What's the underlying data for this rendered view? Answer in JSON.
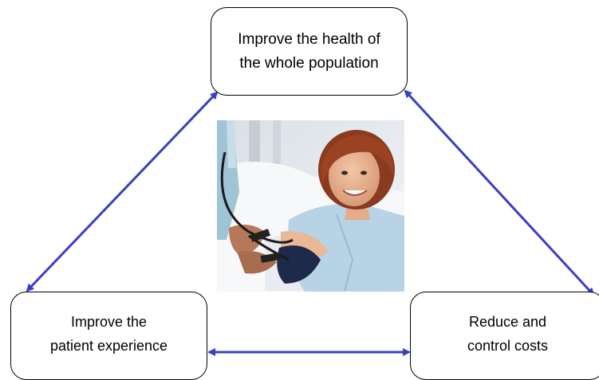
{
  "nodes": {
    "top": {
      "line1": "Improve the health of",
      "line2": "the whole population"
    },
    "left": {
      "line1": "Improve the",
      "line2": "patient experience"
    },
    "right": {
      "line1": "Reduce and",
      "line2": "control costs"
    }
  },
  "colors": {
    "arrow": "#3a3fc4",
    "box_border": "#000000"
  },
  "photo": {
    "icon": "nurse-checking-patient-blood-pressure-photo"
  }
}
